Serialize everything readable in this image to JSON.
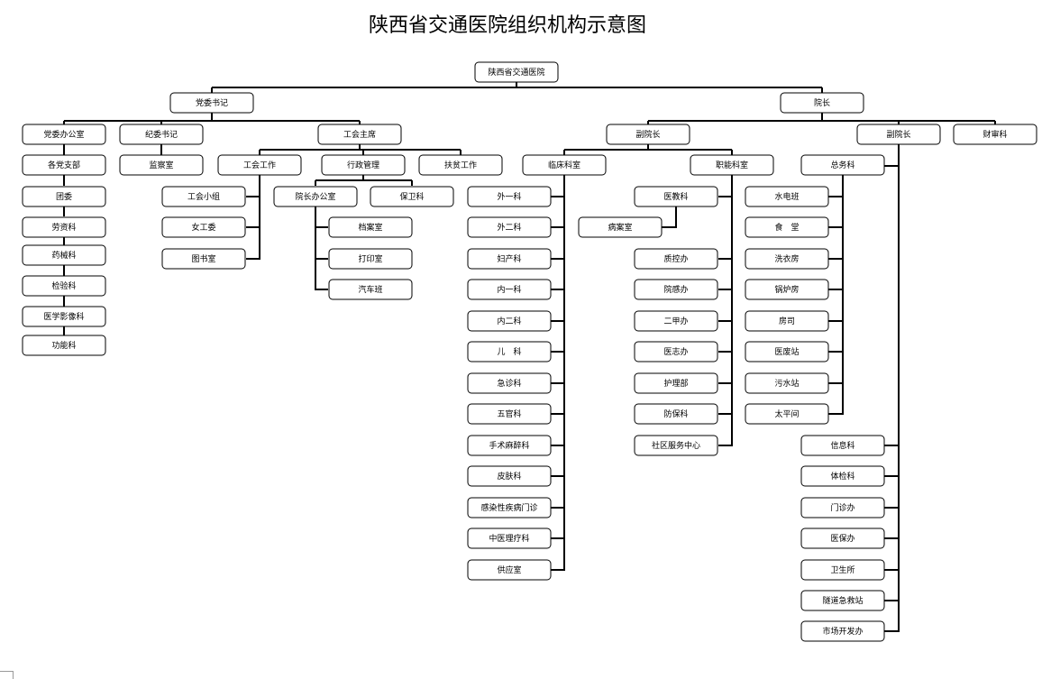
{
  "title": "陕西省交通医院组织机构示意图",
  "nodes": {
    "root": "陕西省交通医院",
    "party_secretary": "党委书记",
    "president": "院长",
    "party_office": "党委办公室",
    "discipline_secretary": "纪委书记",
    "union_chair": "工会主席",
    "vice_president_1": "副院长",
    "vice_president_2": "副院长",
    "finance": "财审科",
    "branches": "各党支部",
    "supervision": "监察室",
    "union_work": "工会工作",
    "admin": "行政管理",
    "clinical": "临床科室",
    "functional": "职能科室",
    "general_affairs": "总务科",
    "poverty": "扶贫工作",
    "youth_league": "团委",
    "union_group": "工会小组",
    "dean_office": "院长办公室",
    "security": "保卫科",
    "labor": "劳资科",
    "women": "女工委",
    "archives": "档案室",
    "equipment": "药械科",
    "library": "图书室",
    "print": "打印室",
    "lab": "检验科",
    "car_team": "汽车班",
    "imaging": "医学影像科",
    "function_dept": "功能科",
    "medical_affairs": "医教科",
    "medical_records": "病案室",
    "quality": "质控办",
    "infection": "院感办",
    "grade_a": "二甲办",
    "insurance": "医志办",
    "nursing": "护理部",
    "prevention": "防保科",
    "community": "社区服务中心"
  },
  "clinical_list": [
    "外一科",
    "外二科",
    "妇产科",
    "内一科",
    "内二科",
    "儿　科",
    "急诊科",
    "五官科",
    "手术麻醉科",
    "皮肤科",
    "感染性疾病门诊",
    "中医理疗科",
    "供应室"
  ],
  "general_list": [
    "水电班",
    "食　堂",
    "洗衣房",
    "锅炉房",
    "房司",
    "医废站",
    "污水站",
    "太平间"
  ],
  "vice2_list": [
    "信息科",
    "体检科",
    "门诊办",
    "医保办",
    "卫生所",
    "隧道急救站",
    "市场开发办"
  ]
}
